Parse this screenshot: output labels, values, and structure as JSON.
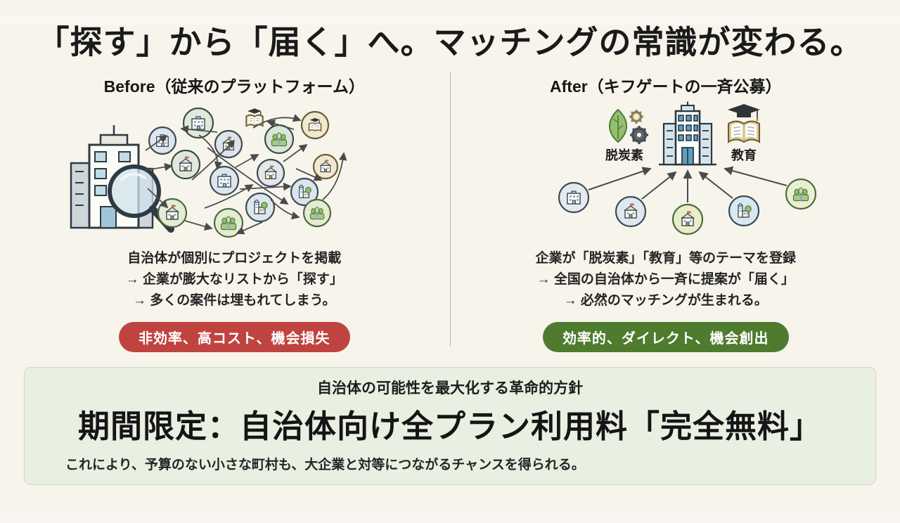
{
  "title": "「探す」から「届く」へ。マッチングの常識が変わる。",
  "before": {
    "header": "Before（従来のプラットフォーム）",
    "description_lines": [
      "自治体が個別にプロジェクトを掲載",
      "→ 企業が膨大なリストから「探す」",
      "→ 多くの案件は埋もれてしまう。"
    ],
    "badge_label": "非効率、高コスト、機会損失"
  },
  "after": {
    "header": "After（キフゲートの一斉公募）",
    "themes": [
      {
        "label": "脱炭素"
      },
      {
        "label": "教育"
      }
    ],
    "description_lines": [
      "企業が「脱炭素」「教育」等のテーマを登録",
      "→ 全国の自治体から一斉に提案が「届く」",
      "→ 必然のマッチングが生まれる。"
    ],
    "badge_label": "効率的、ダイレクト、機会創出"
  },
  "footer": {
    "subtitle": "自治体の可能性を最大化する革命的方針",
    "headline": "期間限定：自治体向け全プラン利用料「完全無料」",
    "note": "これにより、予算のない小さな町村も、大企業と対等につながるチャンスを得られる。"
  },
  "colors": {
    "page_bg": "#f7f4ec",
    "footer_bg": "#e9f0e2",
    "footer_border": "#ccd9c2",
    "divider": "#b9b6ae",
    "badge_red": "#bf4440",
    "badge_green": "#4e7b2d"
  }
}
